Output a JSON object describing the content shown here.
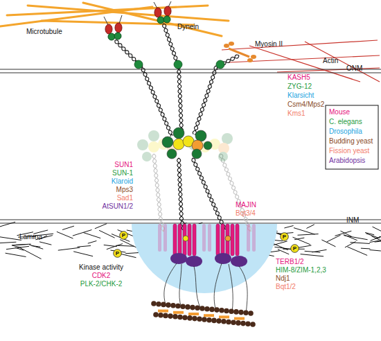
{
  "diagram": {
    "nodes": [
      {
        "text": [
          "P"
        ]
      },
      {
        "text": [
          "P"
        ]
      },
      {
        "text": [
          "P"
        ]
      },
      {
        "text": [
          "P"
        ]
      }
    ],
    "labels": [
      "Microtubule",
      "Dynein",
      "Myosin II",
      "Actin",
      "ONM",
      "KASH5",
      "ZYG-12",
      "Klarsicht",
      "Csm4/Mps2",
      "Kms1",
      "SUN1",
      "SUN-1",
      "Klaroid",
      "Mps3",
      "Sad1",
      "AtSUN1/2",
      "INM",
      "MAJIN",
      "Bqt3/4",
      "Lamina",
      "Kinase activity",
      "CDK2",
      "PLK-2/CHK-2",
      "TERB1/2",
      "HIM-8/ZIM-1,2,3",
      "Ndj1",
      "Bqt1/2"
    ],
    "legend": [
      {
        "text": "Mouse",
        "color": "#e5127d"
      },
      {
        "text": "C. elegans",
        "color": "#1e9a3c"
      },
      {
        "text": "Drosophila",
        "color": "#1aa3e0"
      },
      {
        "text": "Budding yeast",
        "color": "#8a4b26"
      },
      {
        "text": "Fission yeast",
        "color": "#f27c6a"
      },
      {
        "text": "Arabidopsis",
        "color": "#7030a0"
      }
    ]
  }
}
